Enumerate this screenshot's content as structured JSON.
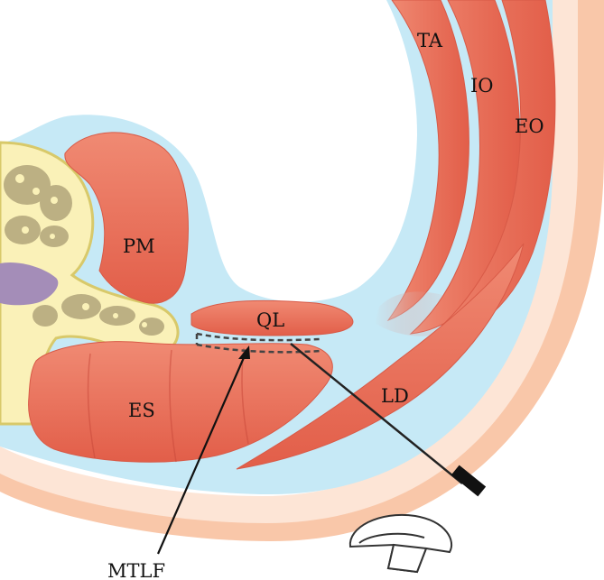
{
  "labels": {
    "ta": "TA",
    "io": "IO",
    "eo": "EO",
    "pm": "PM",
    "ql": "QL",
    "es": "ES",
    "ld": "LD",
    "mtlf": "MTLF"
  },
  "colors": {
    "skin": "#f9c7a9",
    "skin_inner": "#fde5d6",
    "fascia": "#c6e9f6",
    "muscle": "#ec6e58",
    "muscle_dark": "#c9483a",
    "bone": "#faf1b8",
    "bone_edge": "#d8c96a",
    "marrow": "#b2a57a",
    "disc": "#a48db8",
    "needle": "#222222"
  },
  "icons": {
    "probe": "ultrasound-probe-icon",
    "needle": "block-needle-icon"
  }
}
